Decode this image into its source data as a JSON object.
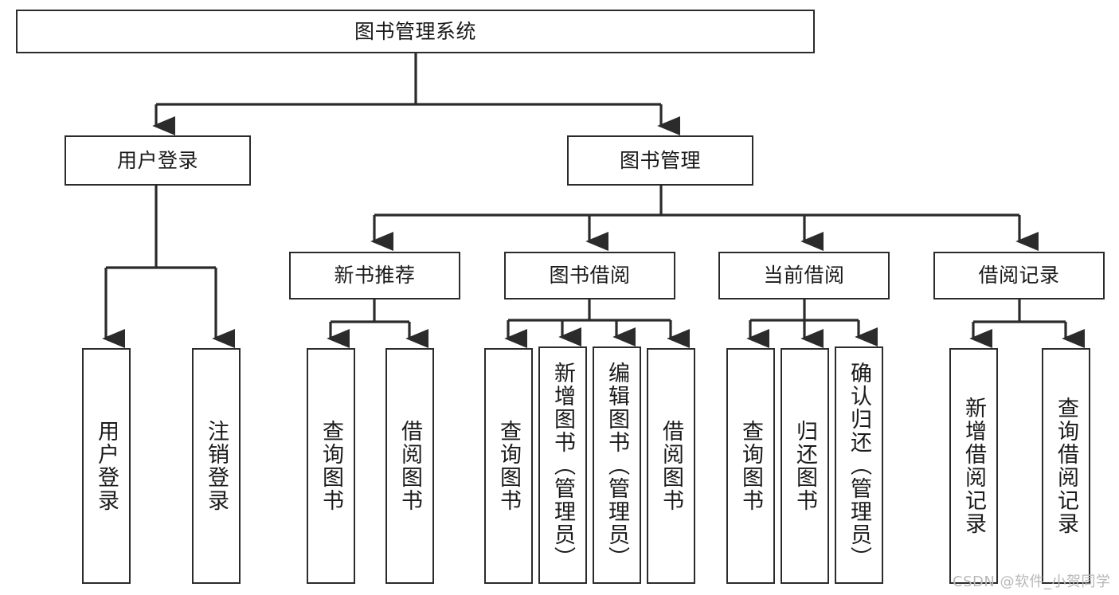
{
  "diagram": {
    "title_node": {
      "label": "图书管理系统"
    },
    "level1": [
      {
        "id": "user-login",
        "label": "用户登录"
      },
      {
        "id": "book-management",
        "label": "图书管理"
      }
    ],
    "level2": [
      {
        "id": "new-book-recommend",
        "label": "新书推荐"
      },
      {
        "id": "book-borrow",
        "label": "图书借阅"
      },
      {
        "id": "current-borrow",
        "label": "当前借阅"
      },
      {
        "id": "borrow-record",
        "label": "借阅记录"
      }
    ],
    "leaves": {
      "user_login": [
        {
          "id": "leaf-user-login",
          "label": "用户登录"
        },
        {
          "id": "leaf-logout-login",
          "label": "注销登录"
        }
      ],
      "new_book_recommend": [
        {
          "id": "leaf-query-book-1",
          "label": "查询图书"
        },
        {
          "id": "leaf-borrow-book-1",
          "label": "借阅图书"
        }
      ],
      "book_borrow": [
        {
          "id": "leaf-query-book-2",
          "label": "查询图书"
        },
        {
          "id": "leaf-add-book",
          "label": "新增图书（管理员）"
        },
        {
          "id": "leaf-edit-book",
          "label": "编辑图书（管理员）"
        },
        {
          "id": "leaf-borrow-book-2",
          "label": "借阅图书"
        }
      ],
      "current_borrow": [
        {
          "id": "leaf-query-book-3",
          "label": "查询图书"
        },
        {
          "id": "leaf-return-book",
          "label": "归还图书"
        },
        {
          "id": "leaf-confirm-return",
          "label": "确认归还（管理员）"
        }
      ],
      "borrow_record": [
        {
          "id": "leaf-add-record",
          "label": "新增借阅记录"
        },
        {
          "id": "leaf-query-record",
          "label": "查询借阅记录"
        }
      ]
    },
    "watermark": {
      "text": "CSDN @软件_小贺同学"
    },
    "colors": {
      "stroke": "#2b2b2b",
      "fill": "#ffffff",
      "text": "#1a1a1a",
      "watermark": "#b8b8b8"
    }
  }
}
